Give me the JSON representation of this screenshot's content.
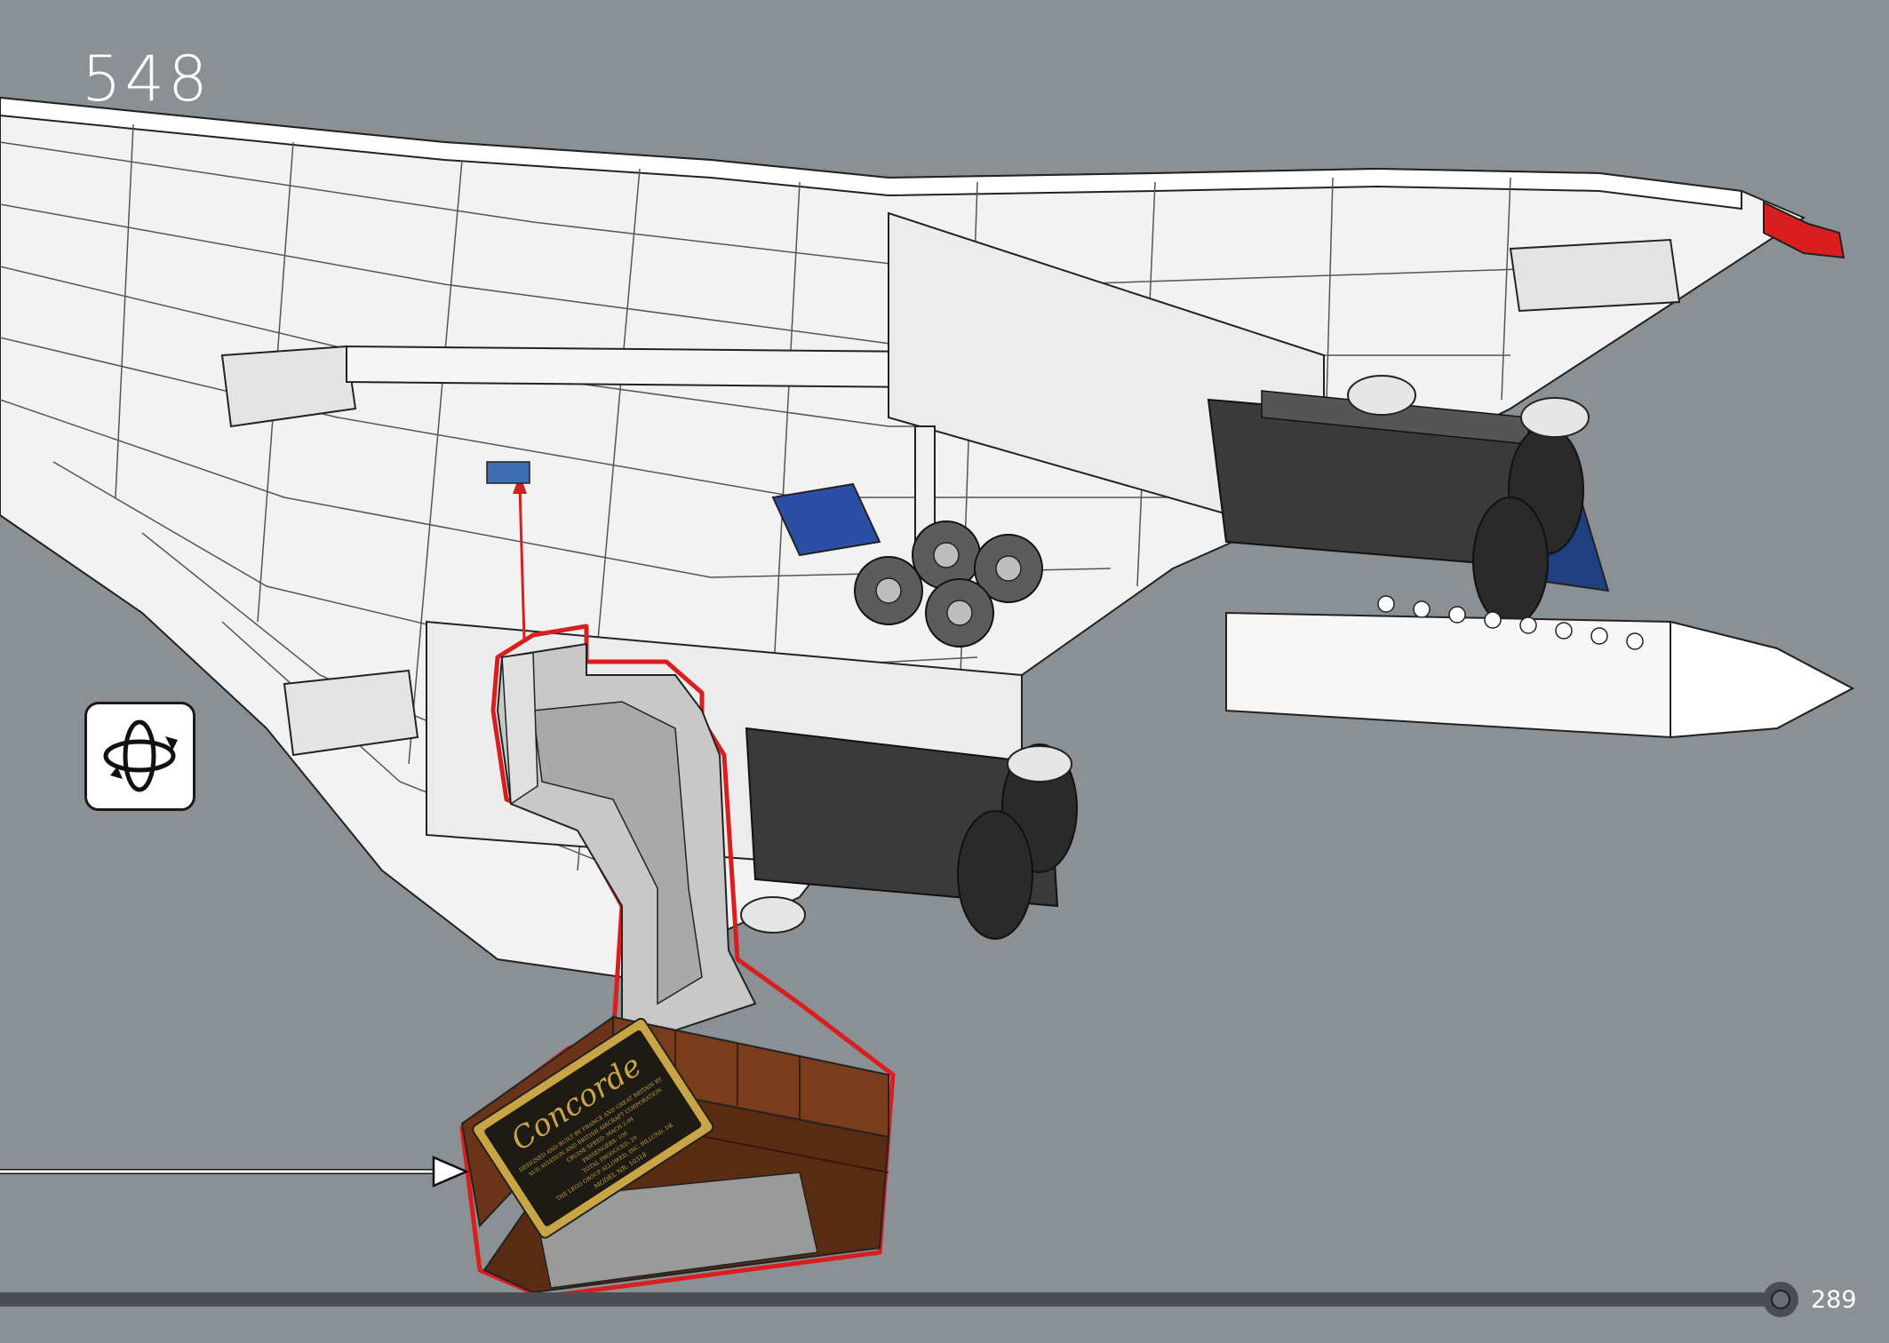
{
  "step": {
    "number": "548"
  },
  "page": {
    "number": "289"
  },
  "plaque": {
    "title": "Concorde",
    "lines": [
      "DESIGNED AND BUILT BY FRANCE AND GREAT BRITAIN BY",
      "SUD AVIATION AND BRITISH AIRCRAFT CORPORATION",
      "CRUISE SPEED: MACH 2.04",
      "PASSENGERS: 100",
      "TOTAL PRODUCED: 20",
      "THE LEGO GROUP ALLOWED, INC. BILLUND, DK"
    ],
    "model_number": "MODEL NR: 10318"
  },
  "icons": {
    "rotate": "rotate-model-icon",
    "page_indicator": "page-circle-icon"
  },
  "colors": {
    "background": "#8a9094",
    "highlight": "#d81e1e",
    "airframe": "#f2f2f2",
    "engine_dark": "#3a3a3a",
    "stand_wood": "#6b3419",
    "tail_blue": "#1f3f80",
    "plaque_gold": "#c9a545",
    "plaque_black": "#1e1a14"
  }
}
